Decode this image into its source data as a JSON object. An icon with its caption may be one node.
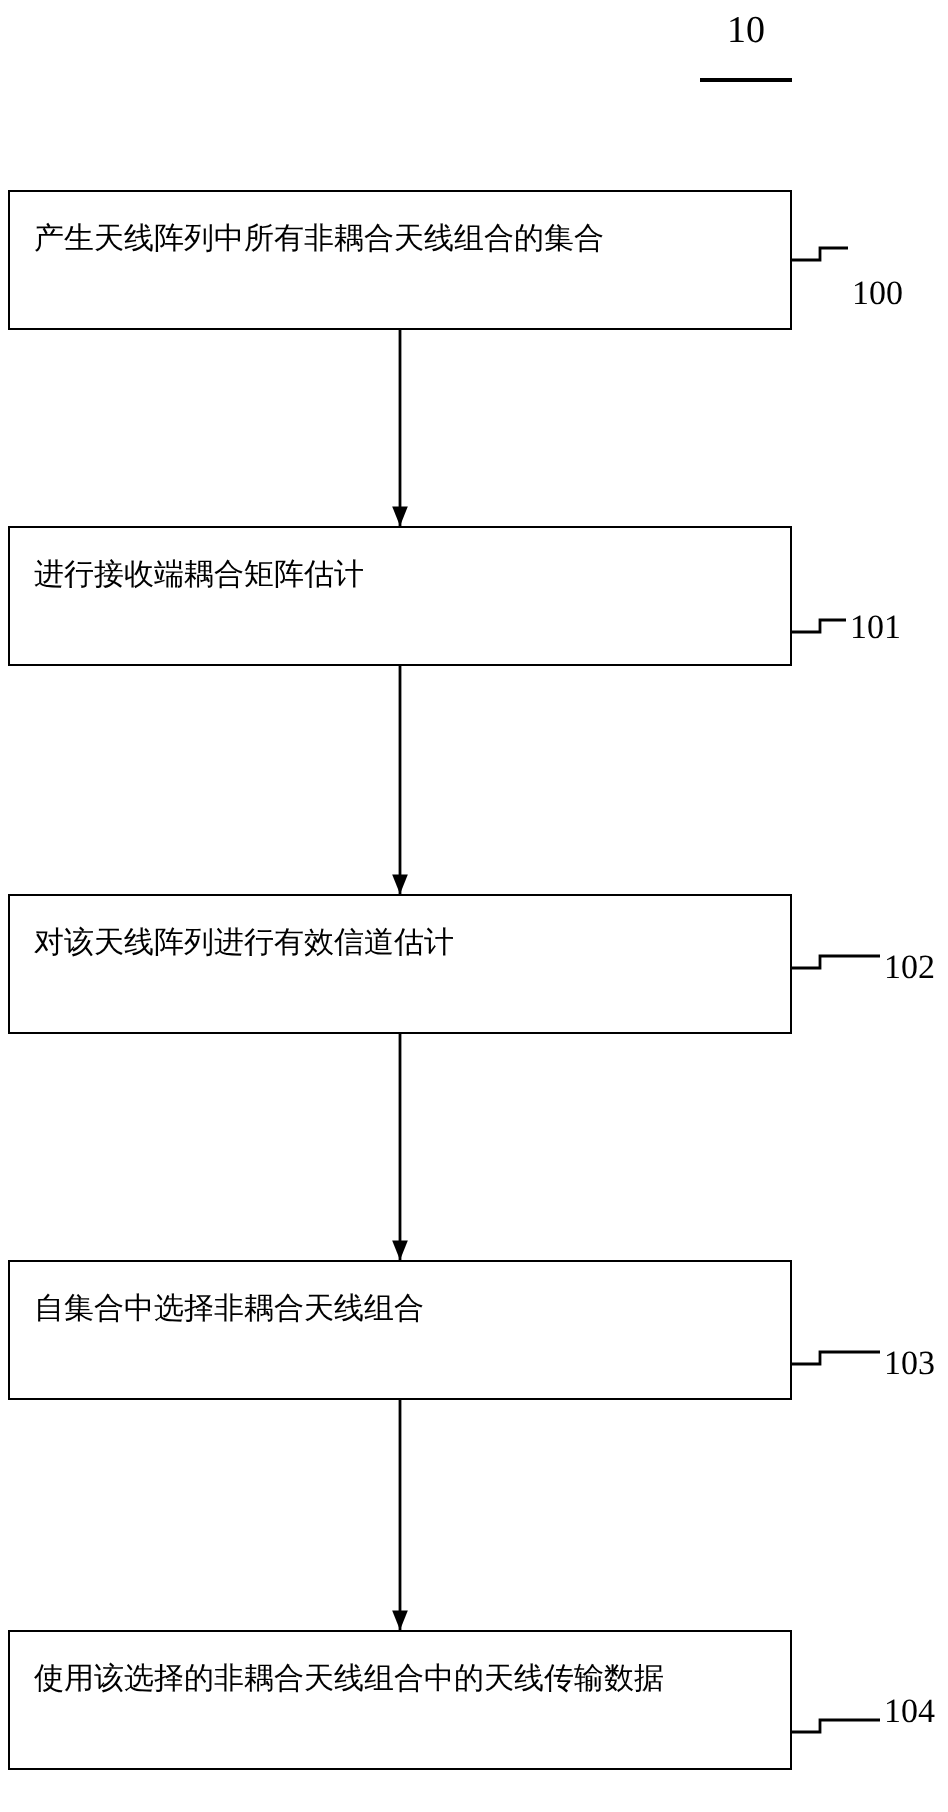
{
  "diagram": {
    "nodes": [
      {
        "text": [
          "产生天线阵列中所有非耦合天线组合的集合"
        ]
      },
      {
        "text": [
          "进行接收端耦合矩阵估计"
        ]
      },
      {
        "text": [
          "对该天线阵列进行有效信道估计"
        ]
      },
      {
        "text": [
          "自集合中选择非耦合天线组合"
        ]
      },
      {
        "text": [
          "使用该选择的非耦合天线组合中的天线传输数据"
        ]
      },
      {
        "text": [
          "100"
        ]
      },
      {
        "text": [
          "101"
        ]
      },
      {
        "text": [
          "102"
        ]
      },
      {
        "text": [
          "103"
        ]
      },
      {
        "text": [
          "104"
        ]
      }
    ],
    "edges": [
      {
        "from": 0,
        "to": 1,
        "arrow": "to"
      },
      {
        "from": 1,
        "to": 2,
        "arrow": "to"
      },
      {
        "from": 2,
        "to": 3,
        "arrow": "to"
      },
      {
        "from": 3,
        "to": 4,
        "arrow": "to"
      },
      {
        "from": 5,
        "to": 0,
        "arrow": "none"
      },
      {
        "from": 6,
        "to": 1,
        "arrow": "none"
      },
      {
        "from": 7,
        "to": 2,
        "arrow": "none"
      },
      {
        "from": 8,
        "to": 3,
        "arrow": "none"
      },
      {
        "from": 9,
        "to": 4,
        "arrow": "none"
      }
    ],
    "labels": [
      "10"
    ]
  }
}
